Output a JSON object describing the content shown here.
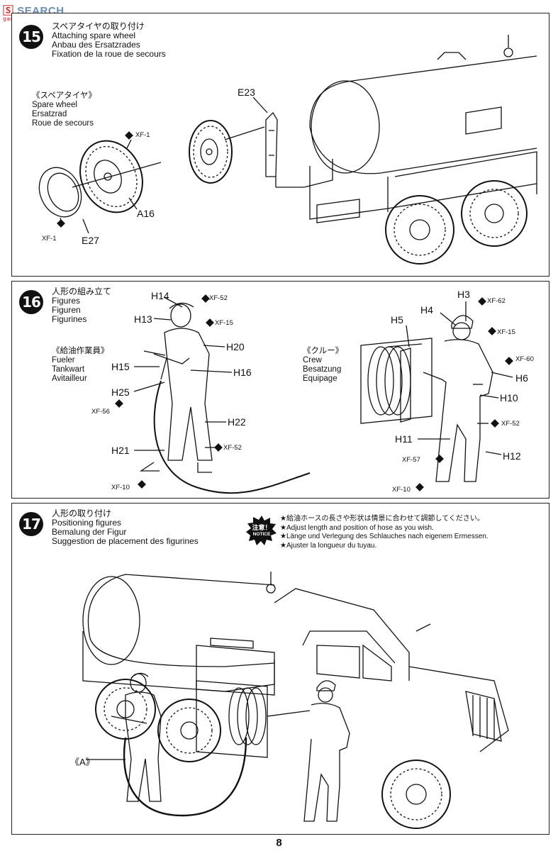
{
  "watermark": {
    "logo_part1": "🅂",
    "logo_text": "SEARCH",
    "sub": "gao-shou.com"
  },
  "page_number": "8",
  "step15": {
    "number": "15",
    "title_jp": "スペアタイヤの取り付け",
    "title_en": "Attaching spare wheel",
    "title_de": "Anbau des Ersatzrades",
    "title_fr": "Fixation de la roue de secours",
    "sub_jp": "《スペアタイヤ》",
    "sub_en": "Spare wheel",
    "sub_de": "Ersatzrad",
    "sub_fr": "Roue de secours",
    "parts": {
      "e23": "E23",
      "a16": "A16",
      "e27": "E27"
    },
    "paints": {
      "xf1_a": "XF-1",
      "xf1_b": "XF-1"
    }
  },
  "step16": {
    "number": "16",
    "title_jp": "人形の組み立て",
    "title_en": "Figures",
    "title_de": "Figuren",
    "title_fr": "Figurines",
    "fueler_jp": "《給油作業員》",
    "fueler_en": "Fueler",
    "fueler_de": "Tankwart",
    "fueler_fr": "Avitailleur",
    "crew_jp": "《クルー》",
    "crew_en": "Crew",
    "crew_de": "Besatzung",
    "crew_fr": "Equipage",
    "fueler_parts": {
      "h14": "H14",
      "h13": "H13",
      "h20": "H20",
      "h15": "H15",
      "h16": "H16",
      "h25": "H25",
      "h22": "H22",
      "h21": "H21"
    },
    "fueler_paints": {
      "xf52a": "XF-52",
      "xf15": "XF-15",
      "xf56": "XF-56",
      "xf52b": "XF-52",
      "xf10": "XF-10"
    },
    "crew_parts": {
      "h3": "H3",
      "h4": "H4",
      "h5": "H5",
      "h6": "H6",
      "h10": "H10",
      "h11": "H11",
      "h12": "H12"
    },
    "crew_paints": {
      "xf62": "XF-62",
      "xf15": "XF-15",
      "xf60": "XF-60",
      "xf52": "XF-52",
      "xf57": "XF-57",
      "xf10": "XF-10"
    }
  },
  "step17": {
    "number": "17",
    "title_jp": "人形の取り付け",
    "title_en": "Positioning figures",
    "title_de": "Bemalung der Figur",
    "title_fr": "Suggestion de placement des figurines",
    "notice_badge_jp": "注意！",
    "notice_badge_en": "NOTICE",
    "notice_jp": "★給油ホースの長さや形状は情景に合わせて調節してください。",
    "notice_en": "★Adjust length and position of hose as you wish.",
    "notice_de": "★Länge und Verlegung des Schlauches nach eigenem Ermessen.",
    "notice_fr": "★Ajuster la longueur du tuyau.",
    "callout_a": "《A》"
  }
}
